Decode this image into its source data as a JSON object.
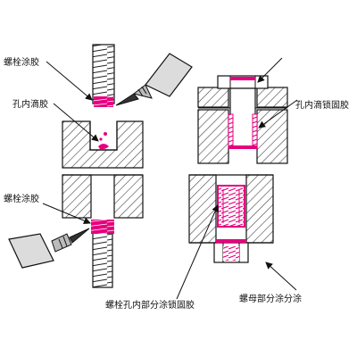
{
  "labels": {
    "bolt_glue_top": "螺栓涂胶",
    "hole_drip_glue": "孔内滴胶",
    "hole_drip_lock_glue": "孔内滴锁固胶",
    "bolt_glue_bottom": "螺栓涂胶",
    "bolt_hole_partial_lock": "螺栓孔内部分涂锁固胶",
    "nut_partial_glue": "螺母部分涂分涂"
  },
  "colors": {
    "adhesive": "#e6007e",
    "outline": "#111111",
    "hatch": "#444444",
    "metal_fill": "#ffffff",
    "bottle_fill": "#dcdcdc",
    "bottle_tip": "#333333"
  },
  "icons": {
    "glue_bottle_top": "glue-bottle-icon",
    "glue_bottle_bottom": "glue-bottle-icon"
  }
}
